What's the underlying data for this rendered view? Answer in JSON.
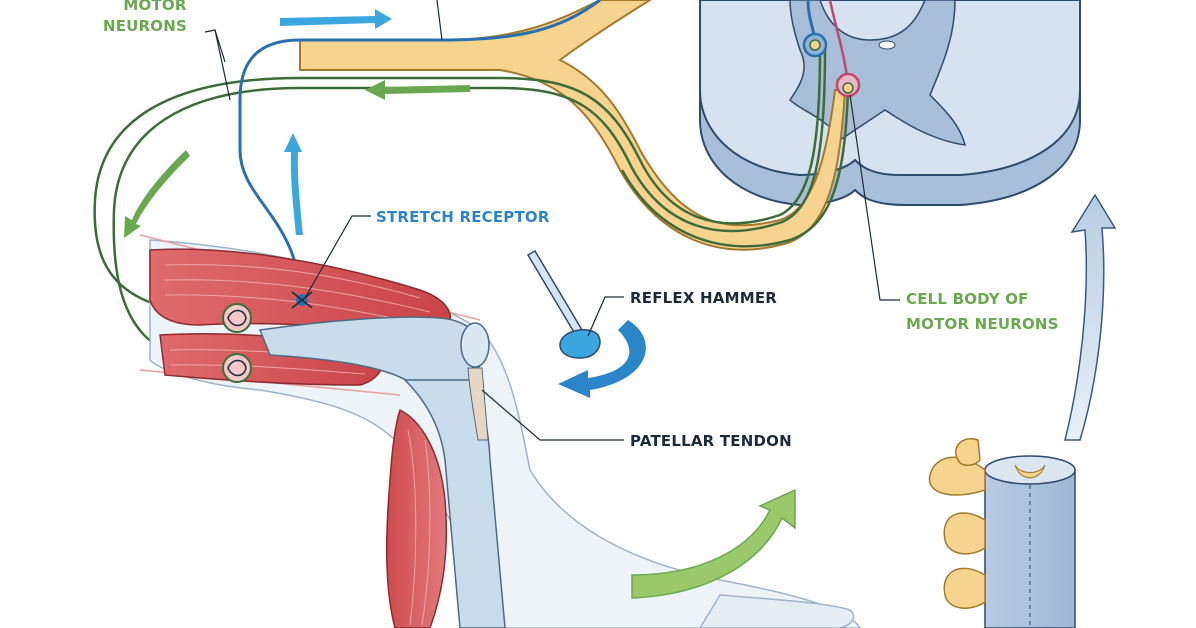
{
  "labels": {
    "motor_neurons_line1": "MOTOR",
    "motor_neurons_line2": "NEURONS",
    "stretch_receptor": "STRETCH RECEPTOR",
    "reflex_hammer": "REFLEX HAMMER",
    "patellar_tendon": "PATELLAR TENDON",
    "cell_body_line1": "CELL BODY OF",
    "cell_body_line2": "MOTOR NEURONS"
  },
  "colors": {
    "sensory_neuron": "#2a6fb0",
    "motor_neuron": "#3e6b3a",
    "nerve_bundle": "#f6d48f",
    "muscle": "#d9585c",
    "bone": "#c9dcea",
    "spinal_cord": "#c8d8ea",
    "afferent_arrow": "#3aa7de",
    "efferent_arrow": "#6aa84f",
    "label_dark": "#1f2a38",
    "label_green": "#6aa84f",
    "label_blue": "#2a86c8"
  }
}
